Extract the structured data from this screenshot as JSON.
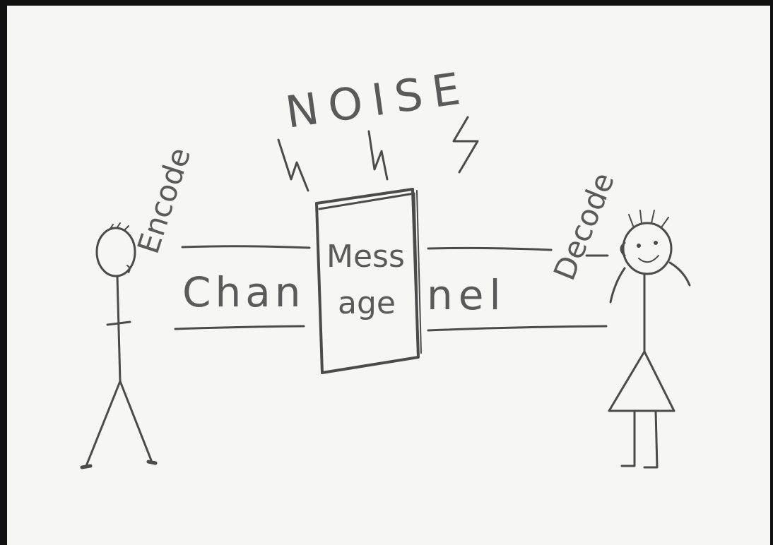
{
  "labels": {
    "noise": "NOISE",
    "encode": "Encode",
    "decode": "Decode",
    "channel_left": "Chan",
    "channel_right": "nel",
    "message_top": "Mess",
    "message_bottom": "age"
  },
  "colors": {
    "ink": "#4b4b4b",
    "paper": "#f6f6f5",
    "frame": "#111111"
  },
  "icons": [
    "stick-figure-sender",
    "stick-figure-receiver",
    "lightning-bolt",
    "message-book"
  ]
}
